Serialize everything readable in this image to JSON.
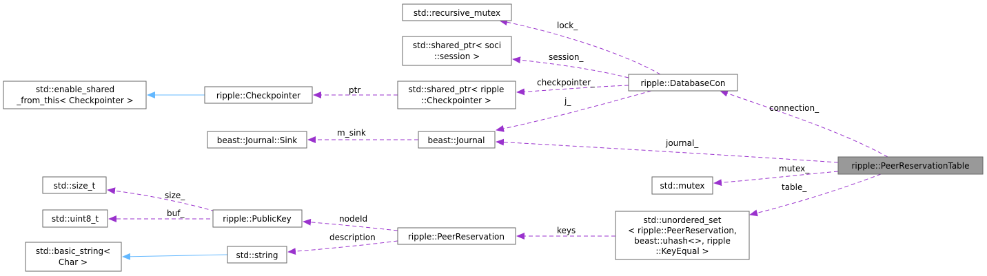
{
  "colors": {
    "member_edge": "#9a32cd",
    "inherit_edge": "#63b8ff",
    "node_border": "#666666",
    "focus_fill": "#999999"
  },
  "nodes": {
    "peer_reservation_table": [
      "ripple::PeerReservationTable"
    ],
    "database_con": [
      "ripple::DatabaseCon"
    ],
    "recursive_mutex": [
      "std::recursive_mutex"
    ],
    "shared_ptr_soci": [
      "std::shared_ptr< soci",
      "::session >"
    ],
    "shared_ptr_checkpointer": [
      "std::shared_ptr< ripple",
      "::Checkpointer >"
    ],
    "checkpointer": [
      "ripple::Checkpointer"
    ],
    "enable_shared": [
      "std::enable_shared",
      "_from_this< Checkpointer >"
    ],
    "journal": [
      "beast::Journal"
    ],
    "journal_sink": [
      "beast::Journal::Sink"
    ],
    "mutex": [
      "std::mutex"
    ],
    "unordered_set": [
      "std::unordered_set",
      "< ripple::PeerReservation,",
      "beast::uhash<>, ripple",
      "::KeyEqual >"
    ],
    "peer_reservation": [
      "ripple::PeerReservation"
    ],
    "public_key": [
      "ripple::PublicKey"
    ],
    "size_t": [
      "std::size_t"
    ],
    "uint8_t": [
      "std::uint8_t"
    ],
    "string": [
      "std::string"
    ],
    "basic_string": [
      "std::basic_string<",
      "Char >"
    ]
  },
  "edge_labels": {
    "lock": "lock_",
    "session": "session_",
    "checkpointer": "checkpointer_",
    "j": "j_",
    "connection": "connection_",
    "ptr": "ptr",
    "m_sink": "m_sink",
    "journal": "journal_",
    "mutex": "mutex_",
    "table": "table_",
    "size": "size_",
    "buf": "buf_",
    "node_id": "nodeId",
    "description": "description",
    "keys": "keys"
  }
}
